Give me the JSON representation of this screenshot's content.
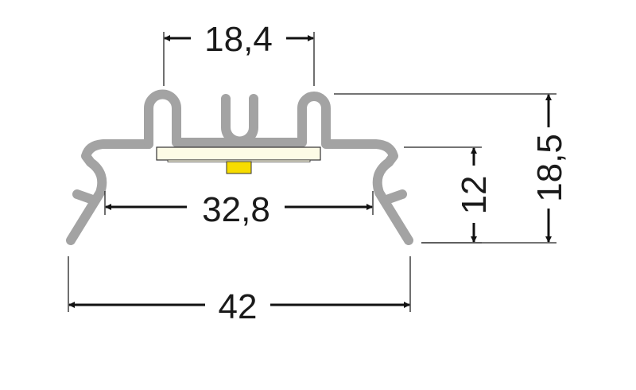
{
  "dimensions": {
    "top_opening": "18,4",
    "inner_width": "32,8",
    "outer_width": "42",
    "inner_height": "12",
    "total_height": "18,5"
  },
  "colors": {
    "profile": "#a3a3a3",
    "led_strip": "#fdfbe6",
    "led_chip": "#f7dc00",
    "dimension_lines": "#111111"
  }
}
